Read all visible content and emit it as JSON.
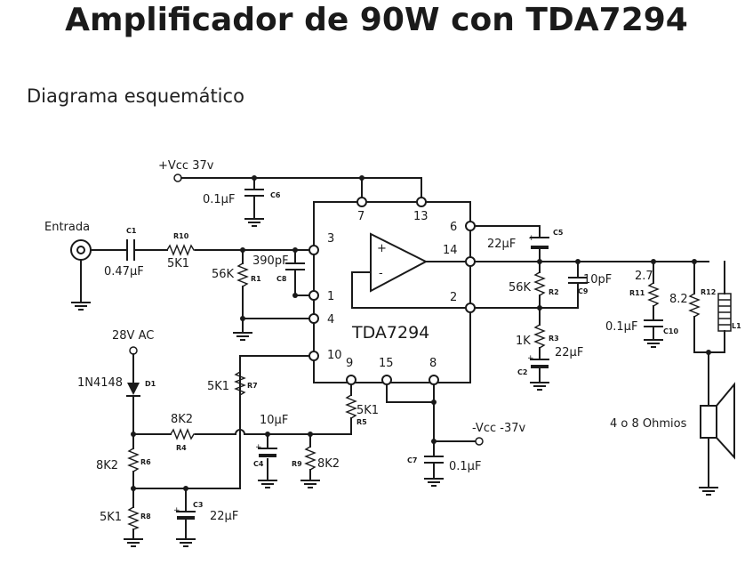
{
  "title": "Amplificador de 90W con TDA7294",
  "subtitle": "Diagrama esquemático",
  "chip": {
    "name": "TDA7294",
    "pins": {
      "p7": "7",
      "p13": "13",
      "p6": "6",
      "p3": "3",
      "p14": "14",
      "p1": "1",
      "p2": "2",
      "p4": "4",
      "p10": "10",
      "p9": "9",
      "p15": "15",
      "p8": "8"
    }
  },
  "supplies": {
    "vcc_pos": "+Vcc 37v",
    "vcc_neg": "-Vcc -37v",
    "ac28": "28V AC"
  },
  "labels": {
    "input": "Entrada",
    "speaker": "4 o 8 Ohmios"
  },
  "components": {
    "c1": {
      "ref": "C1",
      "value": "0.47μF"
    },
    "r10": {
      "ref": "R10",
      "value": "5K1"
    },
    "r1": {
      "ref": "R1",
      "value": "56K"
    },
    "c8": {
      "ref": "C8",
      "value": "390pF"
    },
    "c6": {
      "ref": "C6",
      "value": "0.1μF"
    },
    "c5": {
      "ref": "C5",
      "value": "22μF"
    },
    "r2": {
      "ref": "R2",
      "value": "56K"
    },
    "c9": {
      "ref": "C9",
      "value": "10pF"
    },
    "r3": {
      "ref": "R3",
      "value": "1K"
    },
    "c2": {
      "ref": "C2",
      "value": "22μF"
    },
    "r11": {
      "ref": "R11",
      "value": "2.7"
    },
    "c10": {
      "ref": "C10",
      "value": "0.1μF"
    },
    "r12": {
      "ref": "R12",
      "value": "8.2"
    },
    "l1": {
      "ref": "L1"
    },
    "d1": {
      "ref": "D1",
      "value": "1N4148"
    },
    "r7": {
      "ref": "R7",
      "value": "5K1"
    },
    "r4": {
      "ref": "R4",
      "value": "8K2"
    },
    "c4": {
      "ref": "C4",
      "value": "10μF"
    },
    "r9": {
      "ref": "R9",
      "value": "8K2"
    },
    "r5": {
      "ref": "R5",
      "value": "5K1"
    },
    "c7": {
      "ref": "C7",
      "value": "0.1μF"
    },
    "r6": {
      "ref": "R6",
      "value": "8K2"
    },
    "r8": {
      "ref": "R8",
      "value": "5K1"
    },
    "c3": {
      "ref": "C3",
      "value": "22μF"
    }
  }
}
